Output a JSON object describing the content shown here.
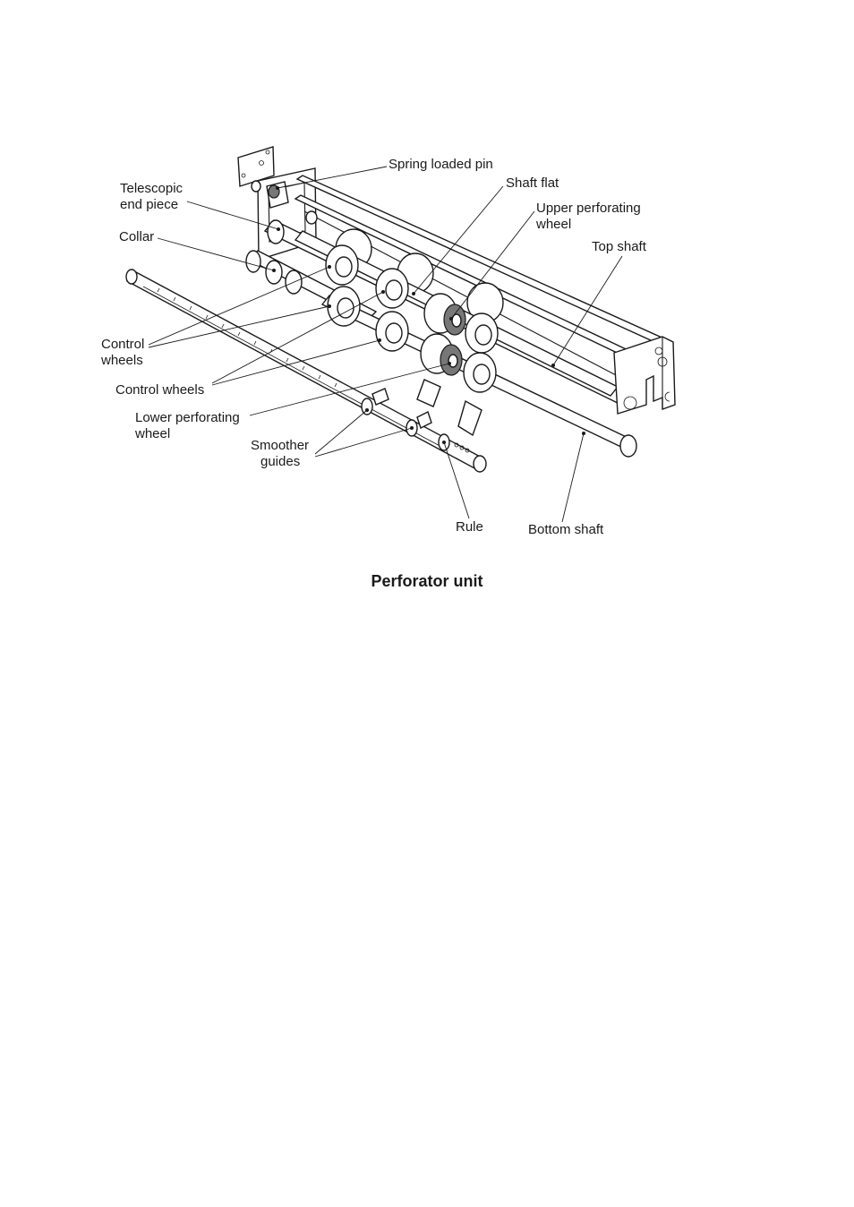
{
  "figure": {
    "caption": "Perforator unit",
    "labels": {
      "spring_loaded_pin": "Spring loaded pin",
      "shaft_flat": "Shaft flat",
      "telescopic_line1": "Telescopic",
      "telescopic_line2": "end piece",
      "upper_perf_line1": "Upper perforating",
      "upper_perf_line2": "wheel",
      "collar": "Collar",
      "top_shaft": "Top shaft",
      "control_wheels_a_line1": "Control",
      "control_wheels_a_line2": "wheels",
      "control_wheels_b": "Control wheels",
      "lower_perf_line1": "Lower perforating",
      "lower_perf_line2": "wheel",
      "smoother_line1": "Smoother",
      "smoother_line2": "guides",
      "rule": "Rule",
      "bottom_shaft": "Bottom shaft"
    }
  }
}
